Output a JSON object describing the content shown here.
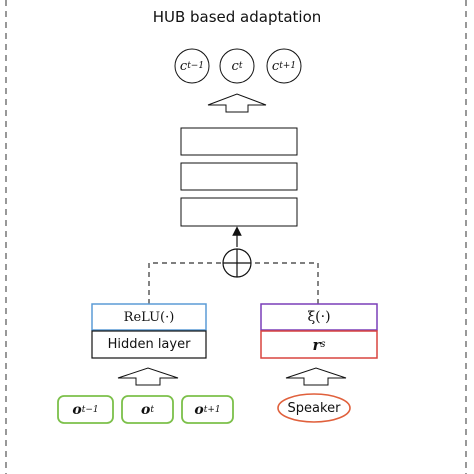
{
  "title": "HUB based adaptation",
  "outputs": [
    {
      "base": "c",
      "sub": "t−1"
    },
    {
      "base": "c",
      "sub": "t"
    },
    {
      "base": "c",
      "sub": "t+1"
    }
  ],
  "inputs": [
    {
      "base": "o",
      "sub": "t−1"
    },
    {
      "base": "o",
      "sub": "t"
    },
    {
      "base": "o",
      "sub": "t+1"
    }
  ],
  "left_branch": {
    "activation": "ReLU(·)",
    "hidden": "Hidden layer"
  },
  "right_branch": {
    "activation": "ξ(·)",
    "embedding_base": "r",
    "embedding_sup": "s",
    "speaker": "Speaker"
  },
  "colors": {
    "input_border": "#7cc04a",
    "relu_border": "#5b9bd5",
    "xi_border": "#7a3fb8",
    "embedding_border": "#d9443f",
    "speaker_border": "#e0603c",
    "line": "#111111"
  }
}
